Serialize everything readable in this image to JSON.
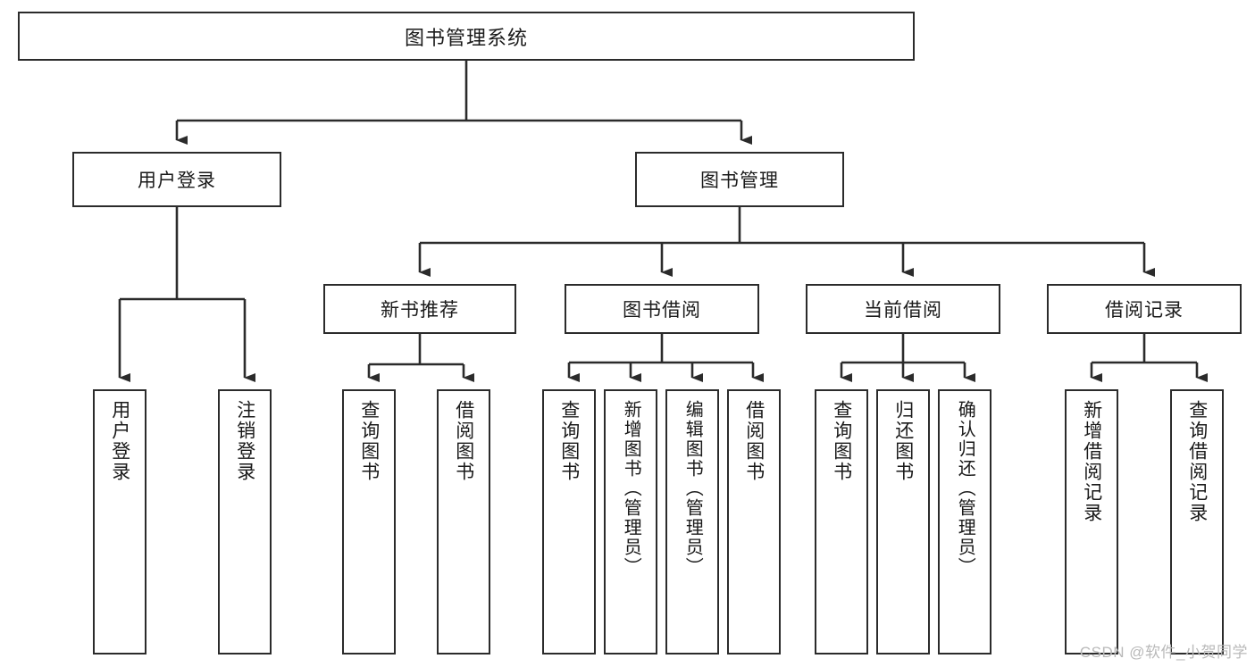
{
  "diagram": {
    "type": "tree-hierarchy",
    "root": {
      "label": "图书管理系统"
    },
    "level2": [
      {
        "label": "用户登录"
      },
      {
        "label": "图书管理"
      }
    ],
    "level3": [
      {
        "label": "新书推荐"
      },
      {
        "label": "图书借阅"
      },
      {
        "label": "当前借阅"
      },
      {
        "label": "借阅记录"
      }
    ],
    "leaves": {
      "user_login": [
        {
          "label": "用户登录"
        },
        {
          "label": "注销登录"
        }
      ],
      "new_book_recommend": [
        {
          "label": "查询图书"
        },
        {
          "label": "借阅图书"
        }
      ],
      "book_borrow": [
        {
          "label": "查询图书"
        },
        {
          "label": "新增图书（管理员）"
        },
        {
          "label": "编辑图书（管理员）"
        },
        {
          "label": "借阅图书"
        }
      ],
      "current_borrow": [
        {
          "label": "查询图书"
        },
        {
          "label": "归还图书"
        },
        {
          "label": "确认归还（管理员）"
        }
      ],
      "borrow_record": [
        {
          "label": "新增借阅记录"
        },
        {
          "label": "查询借阅记录"
        }
      ]
    }
  },
  "watermark": {
    "text": "CSDN @软件_小贺同学"
  },
  "colors": {
    "stroke": "#2b2b2b",
    "background": "#ffffff",
    "text": "#1a1a1a",
    "watermark": "#b9b9b9"
  }
}
